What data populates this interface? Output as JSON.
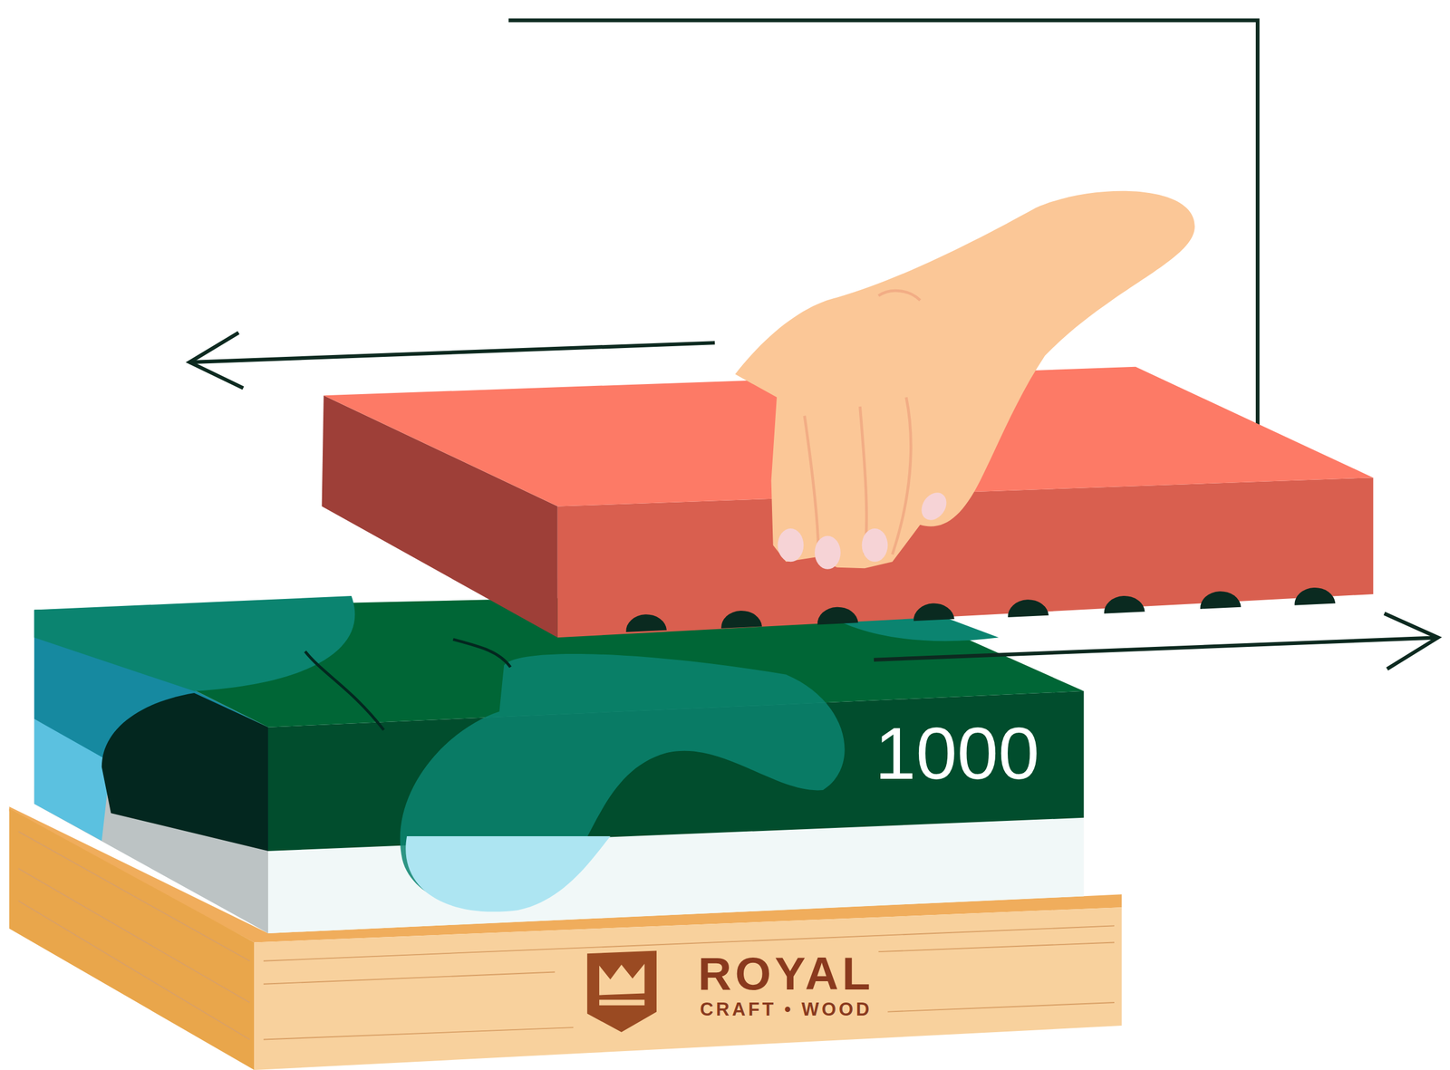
{
  "diagram": {
    "nodes": [
      {
        "text": [
          "1000"
        ]
      },
      {
        "text": [
          "ROYAL",
          "CRAFT • WOOD"
        ]
      }
    ]
  }
}
